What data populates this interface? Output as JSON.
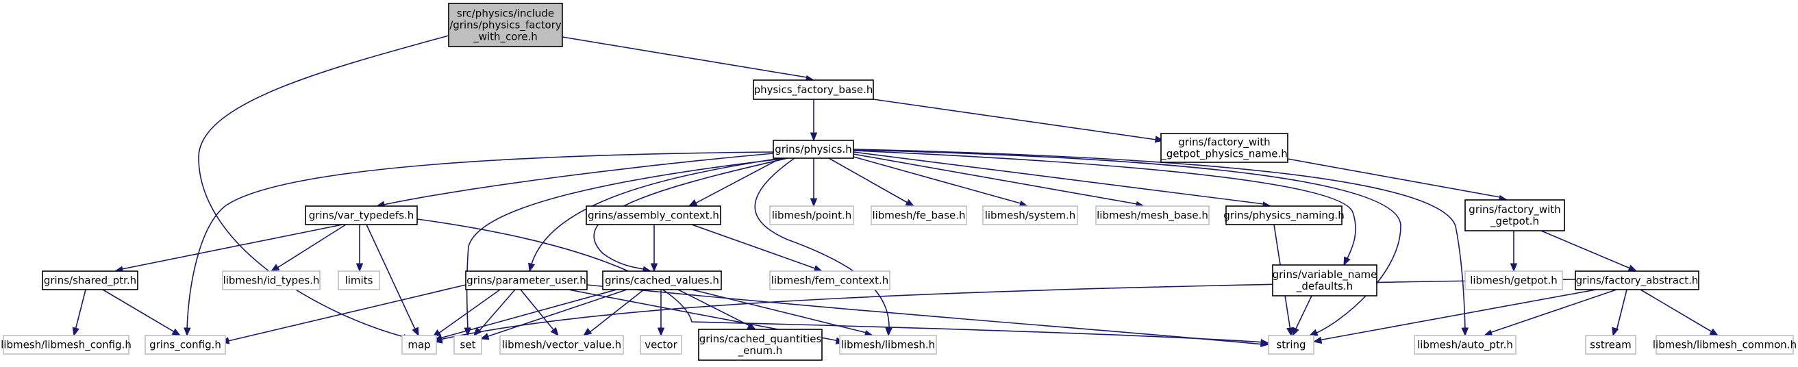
{
  "colors": {
    "edge": "#191970",
    "root_fill": "#bfbfbf",
    "solid_border": "#000000",
    "ghost_border": "#bfbfbf",
    "background": "#ffffff"
  },
  "nodes": {
    "root": {
      "lines": [
        "src/physics/include",
        "/grins/physics_factory",
        "_with_core.h"
      ]
    },
    "physics_factory_base": {
      "lines": [
        "physics_factory_base.h"
      ]
    },
    "factory_with_getpot_physics_name": {
      "lines": [
        "grins/factory_with",
        "_getpot_physics_name.h"
      ]
    },
    "physics": {
      "lines": [
        "grins/physics.h"
      ]
    },
    "factory_with_getpot": {
      "lines": [
        "grins/factory_with",
        "_getpot.h"
      ]
    },
    "var_typedefs": {
      "lines": [
        "grins/var_typedefs.h"
      ]
    },
    "assembly_context": {
      "lines": [
        "grins/assembly_context.h"
      ]
    },
    "libmesh_point": {
      "lines": [
        "libmesh/point.h"
      ]
    },
    "libmesh_fe_base": {
      "lines": [
        "libmesh/fe_base.h"
      ]
    },
    "libmesh_system": {
      "lines": [
        "libmesh/system.h"
      ]
    },
    "libmesh_mesh_base": {
      "lines": [
        "libmesh/mesh_base.h"
      ]
    },
    "physics_naming": {
      "lines": [
        "grins/physics_naming.h"
      ]
    },
    "shared_ptr": {
      "lines": [
        "grins/shared_ptr.h"
      ]
    },
    "libmesh_id_types": {
      "lines": [
        "libmesh/id_types.h"
      ]
    },
    "limits": {
      "lines": [
        "limits"
      ]
    },
    "parameter_user": {
      "lines": [
        "grins/parameter_user.h"
      ]
    },
    "cached_values": {
      "lines": [
        "grins/cached_values.h"
      ]
    },
    "libmesh_fem_context": {
      "lines": [
        "libmesh/fem_context.h"
      ]
    },
    "variable_name_defaults": {
      "lines": [
        "grins/variable_name",
        "_defaults.h"
      ]
    },
    "libmesh_getpot": {
      "lines": [
        "libmesh/getpot.h"
      ]
    },
    "factory_abstract": {
      "lines": [
        "grins/factory_abstract.h"
      ]
    },
    "libmesh_libmesh_config": {
      "lines": [
        "libmesh/libmesh_config.h"
      ]
    },
    "grins_config": {
      "lines": [
        "grins_config.h"
      ]
    },
    "map": {
      "lines": [
        "map"
      ]
    },
    "set": {
      "lines": [
        "set"
      ]
    },
    "libmesh_vector_value": {
      "lines": [
        "libmesh/vector_value.h"
      ]
    },
    "vector": {
      "lines": [
        "vector"
      ]
    },
    "cached_quantities_enum": {
      "lines": [
        "grins/cached_quantities",
        "_enum.h"
      ]
    },
    "libmesh_libmesh": {
      "lines": [
        "libmesh/libmesh.h"
      ]
    },
    "string": {
      "lines": [
        "string"
      ]
    },
    "libmesh_auto_ptr": {
      "lines": [
        "libmesh/auto_ptr.h"
      ]
    },
    "sstream": {
      "lines": [
        "sstream"
      ]
    },
    "libmesh_libmesh_common": {
      "lines": [
        "libmesh/libmesh_common.h"
      ]
    }
  }
}
